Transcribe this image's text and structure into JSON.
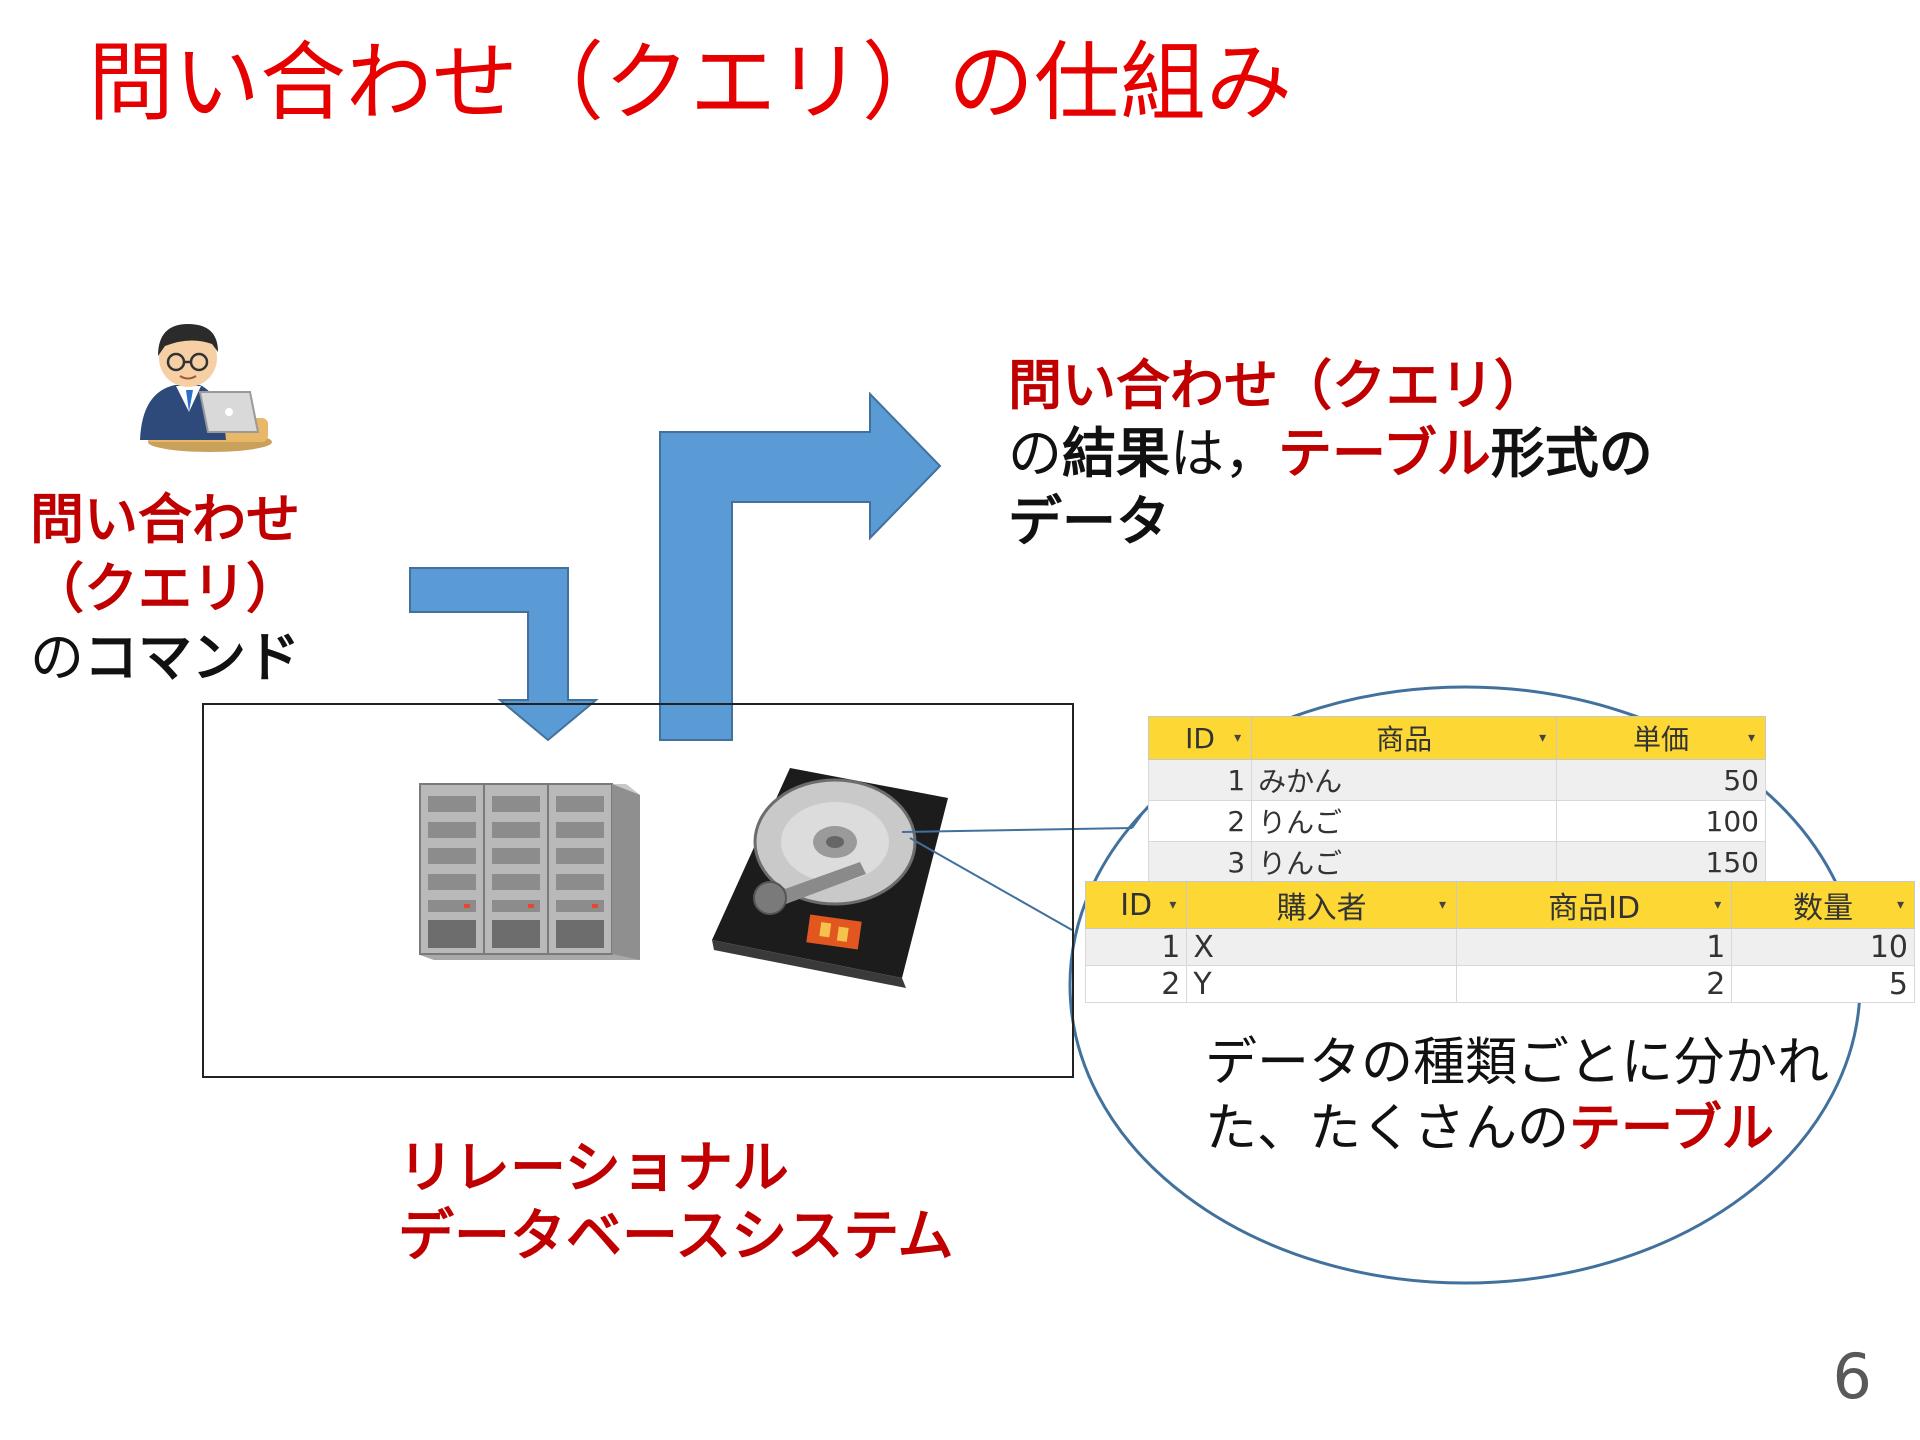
{
  "slide": {
    "title": "問い合わせ（クエリ）の仕組み",
    "page_number": "6"
  },
  "query_label": {
    "line1": "問い合わせ",
    "line2": "（クエリ）",
    "line3_prefix": "の",
    "line3_bold": "コマンド"
  },
  "result_label": {
    "line1": "問い合わせ（クエリ）",
    "line2_a": "の",
    "line2_b": "結果",
    "line2_c": "は，",
    "line2_d": "テーブル",
    "line2_e": "形式の",
    "line3": "データ"
  },
  "rdbms_label": {
    "line1": "リレーショナル",
    "line2": "データベースシステム"
  },
  "tables_note": {
    "line1": "データの種類ごとに分かれ",
    "line2_prefix": "た、たくさんの",
    "line2_emph": "テーブル"
  },
  "table_products": {
    "headers": [
      "ID",
      "商品",
      "単価"
    ],
    "rows": [
      [
        "1",
        "みかん",
        "50"
      ],
      [
        "2",
        "りんご",
        "100"
      ],
      [
        "3",
        "りんご",
        "150"
      ]
    ]
  },
  "table_purchases": {
    "headers": [
      "ID",
      "購入者",
      "商品ID",
      "数量"
    ],
    "rows": [
      [
        "1",
        "X",
        "1",
        "10"
      ],
      [
        "2",
        "Y",
        "2",
        "5"
      ]
    ]
  },
  "colors": {
    "title_red": "#e60000",
    "label_red": "#c00000",
    "arrow_blue": "#5b9bd5",
    "header_yellow": "#fdd835"
  },
  "icons": [
    "person-at-laptop-icon",
    "server-rack-icon",
    "hard-disk-drive-icon"
  ]
}
